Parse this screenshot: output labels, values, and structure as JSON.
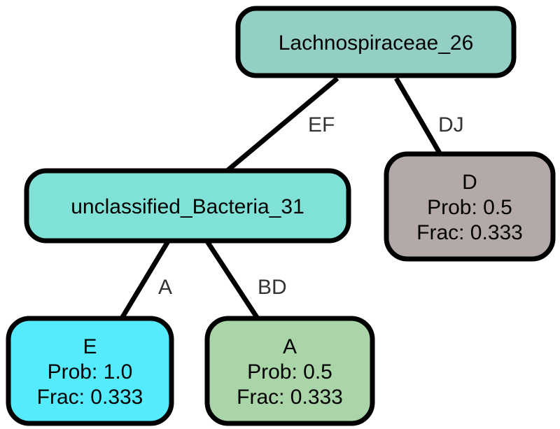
{
  "nodes": [
    {
      "id": "root",
      "lines": [
        "Lachnospiraceae_26"
      ],
      "fill": "#94cfc6"
    },
    {
      "id": "unclassified",
      "lines": [
        "unclassified_Bacteria_31"
      ],
      "fill": "#80e2d6"
    },
    {
      "id": "leaf-d",
      "lines": [
        "D",
        "Prob: 0.5",
        "Frac: 0.333"
      ],
      "fill": "#b3a9a8"
    },
    {
      "id": "leaf-e",
      "lines": [
        "E",
        "Prob: 1.0",
        "Frac: 0.333"
      ],
      "fill": "#55ebfe"
    },
    {
      "id": "leaf-a",
      "lines": [
        "A",
        "Prob: 0.5",
        "Frac: 0.333"
      ],
      "fill": "#aad5a8"
    }
  ],
  "edges": [
    {
      "from": "root",
      "to": "unclassified",
      "label": "EF"
    },
    {
      "from": "root",
      "to": "leaf-d",
      "label": "DJ"
    },
    {
      "from": "unclassified",
      "to": "leaf-e",
      "label": "A"
    },
    {
      "from": "unclassified",
      "to": "leaf-a",
      "label": "BD"
    }
  ]
}
